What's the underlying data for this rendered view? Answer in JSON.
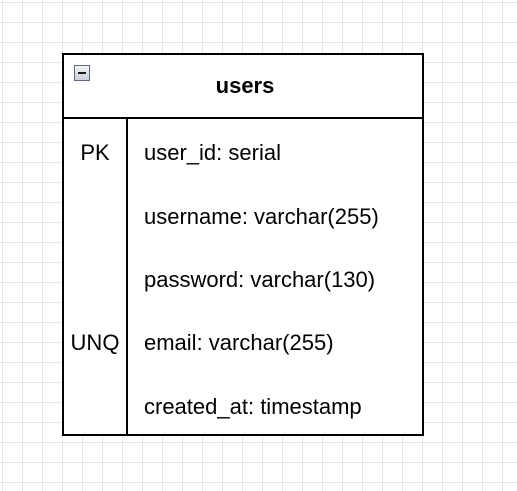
{
  "entity": {
    "name": "users",
    "collapse_icon": "minus-box-icon",
    "rows": [
      {
        "key": "PK",
        "field": "user_id: serial"
      },
      {
        "key": "",
        "field": "username: varchar(255)"
      },
      {
        "key": "",
        "field": "password: varchar(130)"
      },
      {
        "key": "UNQ",
        "field": "email: varchar(255)"
      },
      {
        "key": "",
        "field": "created_at: timestamp"
      }
    ]
  }
}
